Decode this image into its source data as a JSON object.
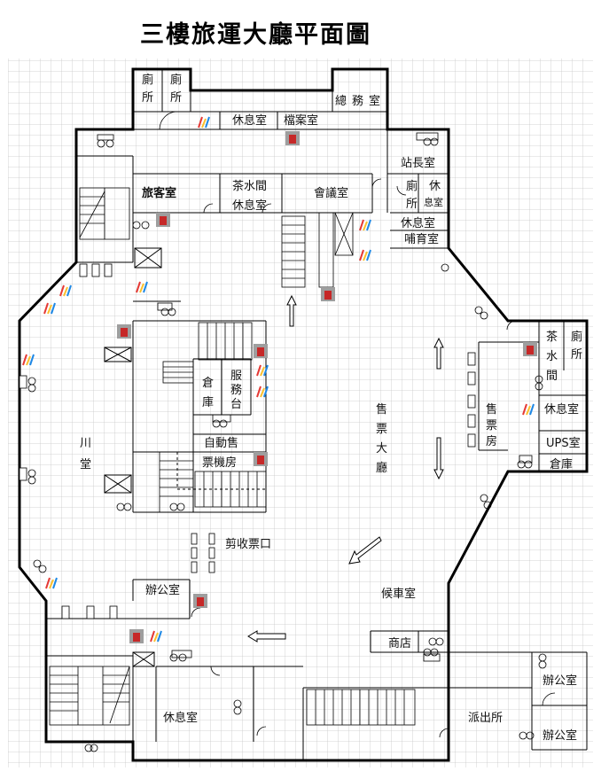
{
  "title": "三樓旅運大廳平面圖",
  "rooms": {
    "toilet_top_1": "廁所",
    "toilet_top_2": "廁所",
    "general_affairs": "總務室",
    "rest_top": "休息室",
    "archive": "檔案室",
    "station_master": "站長室",
    "toilet_right_top": "廁所",
    "rest_small": "休息室",
    "passenger_room": "旅客室",
    "tea_room": "茶水間",
    "rest_mid": "休息室",
    "meeting_room": "會議室",
    "rest_right": "休息室",
    "nursing_room": "哺育室",
    "tea_room_right": "茶水間",
    "toilet_right": "廁所",
    "rest_far_right": "休息室",
    "ups_room": "UPS室",
    "storage_right": "倉庫",
    "storage_mid": "倉庫",
    "service_desk": "服務台",
    "ticket_machine": "自動售票機房",
    "lobby_ticket": "售票大廳",
    "ticket_office": "售票房",
    "corridor": "川堂",
    "ticket_gate": "剪收票口",
    "waiting_room": "候車室",
    "office_left": "辦公室",
    "shop": "商店",
    "rest_bottom": "休息室",
    "police": "派出所",
    "office_br_1": "辦公室",
    "office_br_2": "辦公室"
  }
}
